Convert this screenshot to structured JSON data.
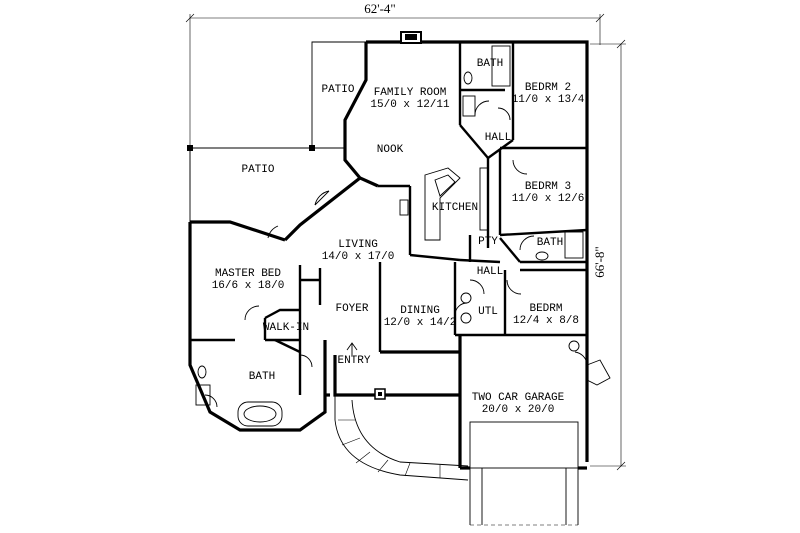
{
  "dimensions": {
    "width": "62'-4\"",
    "depth": "66'-8\""
  },
  "rooms": [
    {
      "key": "patio_upper",
      "name": "PATIO"
    },
    {
      "key": "family",
      "name": "FAMILY ROOM",
      "size": "15/0 x 12/11"
    },
    {
      "key": "bath_top",
      "name": "BATH"
    },
    {
      "key": "bedrm2",
      "name": "BEDRM 2",
      "size": "11/0 x 13/4"
    },
    {
      "key": "hall_top",
      "name": "HALL"
    },
    {
      "key": "nook",
      "name": "NOOK"
    },
    {
      "key": "patio_left",
      "name": "PATIO"
    },
    {
      "key": "bedrm3",
      "name": "BEDRM 3",
      "size": "11/0 x 12/6"
    },
    {
      "key": "kitchen",
      "name": "KITCHEN"
    },
    {
      "key": "living",
      "name": "LIVING",
      "size": "14/0 x 17/0"
    },
    {
      "key": "pty",
      "name": "PTY"
    },
    {
      "key": "bath_mid",
      "name": "BATH"
    },
    {
      "key": "master",
      "name": "MASTER BED",
      "size": "16/6 x 18/0"
    },
    {
      "key": "hall_mid",
      "name": "HALL"
    },
    {
      "key": "foyer",
      "name": "FOYER"
    },
    {
      "key": "dining",
      "name": "DINING",
      "size": "12/0 x 14/2"
    },
    {
      "key": "utl",
      "name": "UTL"
    },
    {
      "key": "bedrm4",
      "name": "BEDRM",
      "size": "12/4 x 8/8"
    },
    {
      "key": "walkin",
      "name": "WALK-IN"
    },
    {
      "key": "entry",
      "name": "ENTRY"
    },
    {
      "key": "bath_master",
      "name": "BATH"
    },
    {
      "key": "garage",
      "name": "TWO CAR GARAGE",
      "size": "20/0 x 20/0"
    }
  ]
}
